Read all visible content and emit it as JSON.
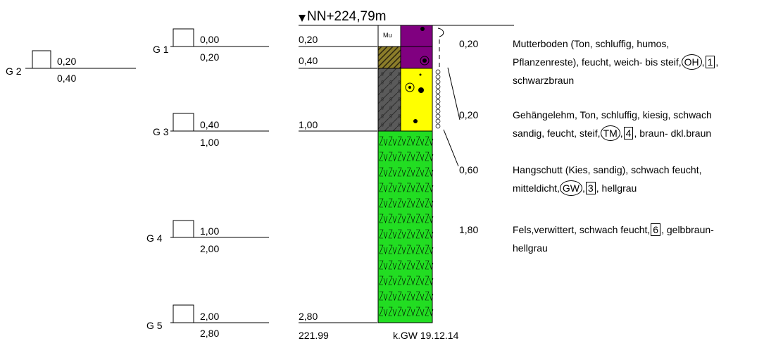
{
  "top_label": "NN+224,79m",
  "samples": [
    {
      "name": "G 2",
      "top": "0,20",
      "bottom": "0,40"
    },
    {
      "name": "G 1",
      "top": "0,00",
      "bottom": "0,20"
    },
    {
      "name": "G 3",
      "top": "0,40",
      "bottom": "1,00"
    },
    {
      "name": "G 4",
      "top": "1,00",
      "bottom": "2,00"
    },
    {
      "name": "G 5",
      "top": "2,00",
      "bottom": "2,80"
    }
  ],
  "boundaries": [
    "0,20",
    "0,40",
    "1,00",
    "2,80"
  ],
  "bottom_elevation": "221.99",
  "groundwater_note": "k.GW 19.12.14",
  "column_label": "Mu",
  "colors": {
    "purple": "#800080",
    "brown_hatch": "#8b7d2a",
    "grey_hatch": "#5a5a5a",
    "yellow": "#ffff00",
    "green": "#22dd22"
  },
  "layers": [
    {
      "thickness": "0,20",
      "lines": [
        {
          "text": "Mutterboden (Ton, schluffig, humos,"
        },
        {
          "text": "Pflanzenreste), feucht, weich- bis steif,",
          "circle": "OH",
          "after": ",",
          "box": "1",
          "end": ","
        },
        {
          "text": "schwarzbraun"
        }
      ]
    },
    {
      "thickness": "0,20",
      "lines": [
        {
          "text": "Gehängelehm, Ton, schluffig, kiesig, schwach"
        },
        {
          "text": "sandig, feucht, steif,",
          "circle": "TM",
          "after": ",",
          "box": "4",
          "end": ", braun-  dkl.braun"
        }
      ]
    },
    {
      "thickness": "0,60",
      "lines": [
        {
          "text": "Hangschutt (Kies, sandig), schwach feucht,"
        },
        {
          "text": "mitteldicht,",
          "circle": "GW",
          "after": ",",
          "box": "3",
          "end": ", hellgrau"
        }
      ]
    },
    {
      "thickness": "1,80",
      "lines": [
        {
          "text": "Fels,verwittert, schwach feucht,",
          "box": "6",
          "end": ", gelbbraun-"
        },
        {
          "text": " hellgrau"
        }
      ]
    }
  ]
}
